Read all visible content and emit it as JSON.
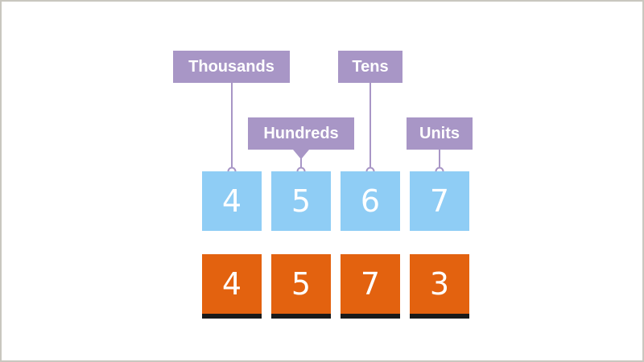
{
  "labels": {
    "thousands": "Thousands",
    "hundreds": "Hundreds",
    "tens": "Tens",
    "units": "Units"
  },
  "top_digits": [
    "4",
    "5",
    "6",
    "7"
  ],
  "bottom_digits": [
    "4",
    "5",
    "7",
    "3"
  ],
  "colors": {
    "label_bg": "#a896c6",
    "top_digit_bg": "#8fcdf5",
    "bottom_digit_bg": "#e3620f",
    "bottom_digit_base": "#1a1a1a"
  }
}
